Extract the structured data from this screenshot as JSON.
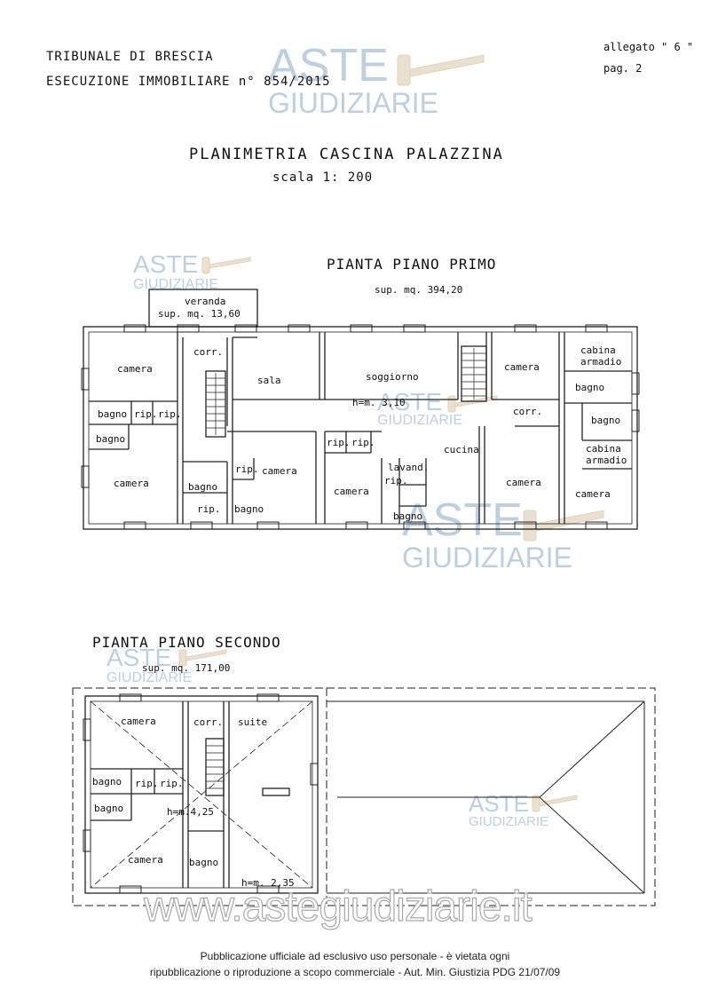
{
  "header": {
    "court": "TRIBUNALE DI BRESCIA",
    "case": "ESECUZIONE IMMOBILIARE n° 854/2015",
    "attachment": "allegato \" 6 \"",
    "page": "pag. 2"
  },
  "title": {
    "main": "PLANIMETRIA CASCINA PALAZZINA",
    "scale": "scala 1: 200"
  },
  "watermark": {
    "aste": "ASTE",
    "giudiziarie": "GIUDIZIARIE",
    "website": "www.astegiudiziarie.it"
  },
  "first_floor": {
    "title": "PIANTA PIANO PRIMO",
    "area": "sup. mq. 394,20",
    "veranda": "veranda",
    "veranda_area": "sup. mq. 13,60",
    "height": "h=m. 3,10",
    "rooms": {
      "camera_tl": "camera",
      "corr_left": "corr.",
      "sala": "sala",
      "soggiorno": "soggiorno",
      "camera_tr": "camera",
      "cabina_armadio_1": "cabina armadio",
      "bagno_r1": "bagno",
      "bagno_r2": "bagno",
      "corr_right": "corr.",
      "cabina_armadio_2": "cabina armadio",
      "bagno_l1": "bagno",
      "rip_l1": "rip.",
      "rip_l2": "rip.",
      "bagno_l2": "bagno",
      "camera_bl": "camera",
      "rip_c1": "rip.",
      "camera_c": "camera",
      "bagno_c1": "bagno",
      "rip_c2": "rip.",
      "bagno_c2": "bagno",
      "rip_s1": "rip.",
      "rip_s2": "rip.",
      "camera_s": "camera",
      "lavand": "lavand.",
      "rip_s3": "rip.",
      "bagno_s": "bagno",
      "cucina": "cucina",
      "camera_br1": "camera",
      "camera_br2": "camera"
    }
  },
  "second_floor": {
    "title": "PIANTA PIANO SECONDO",
    "area": "sup. mq. 171,00",
    "height_1": "h=m.4,25",
    "height_2": "h=m. 2,35",
    "rooms": {
      "camera_t": "camera",
      "corr": "corr.",
      "suite": "suite",
      "bagno_1": "bagno",
      "rip_1": "rip.",
      "rip_2": "rip.",
      "bagno_2": "bagno",
      "camera_b": "camera",
      "bagno_3": "bagno"
    }
  },
  "footer": {
    "line1": "Pubblicazione ufficiale ad esclusivo uso personale - è vietata ogni",
    "line2": "ripubblicazione o riproduzione a scopo commerciale - Aut. Min. Giustizia PDG 21/07/09"
  }
}
